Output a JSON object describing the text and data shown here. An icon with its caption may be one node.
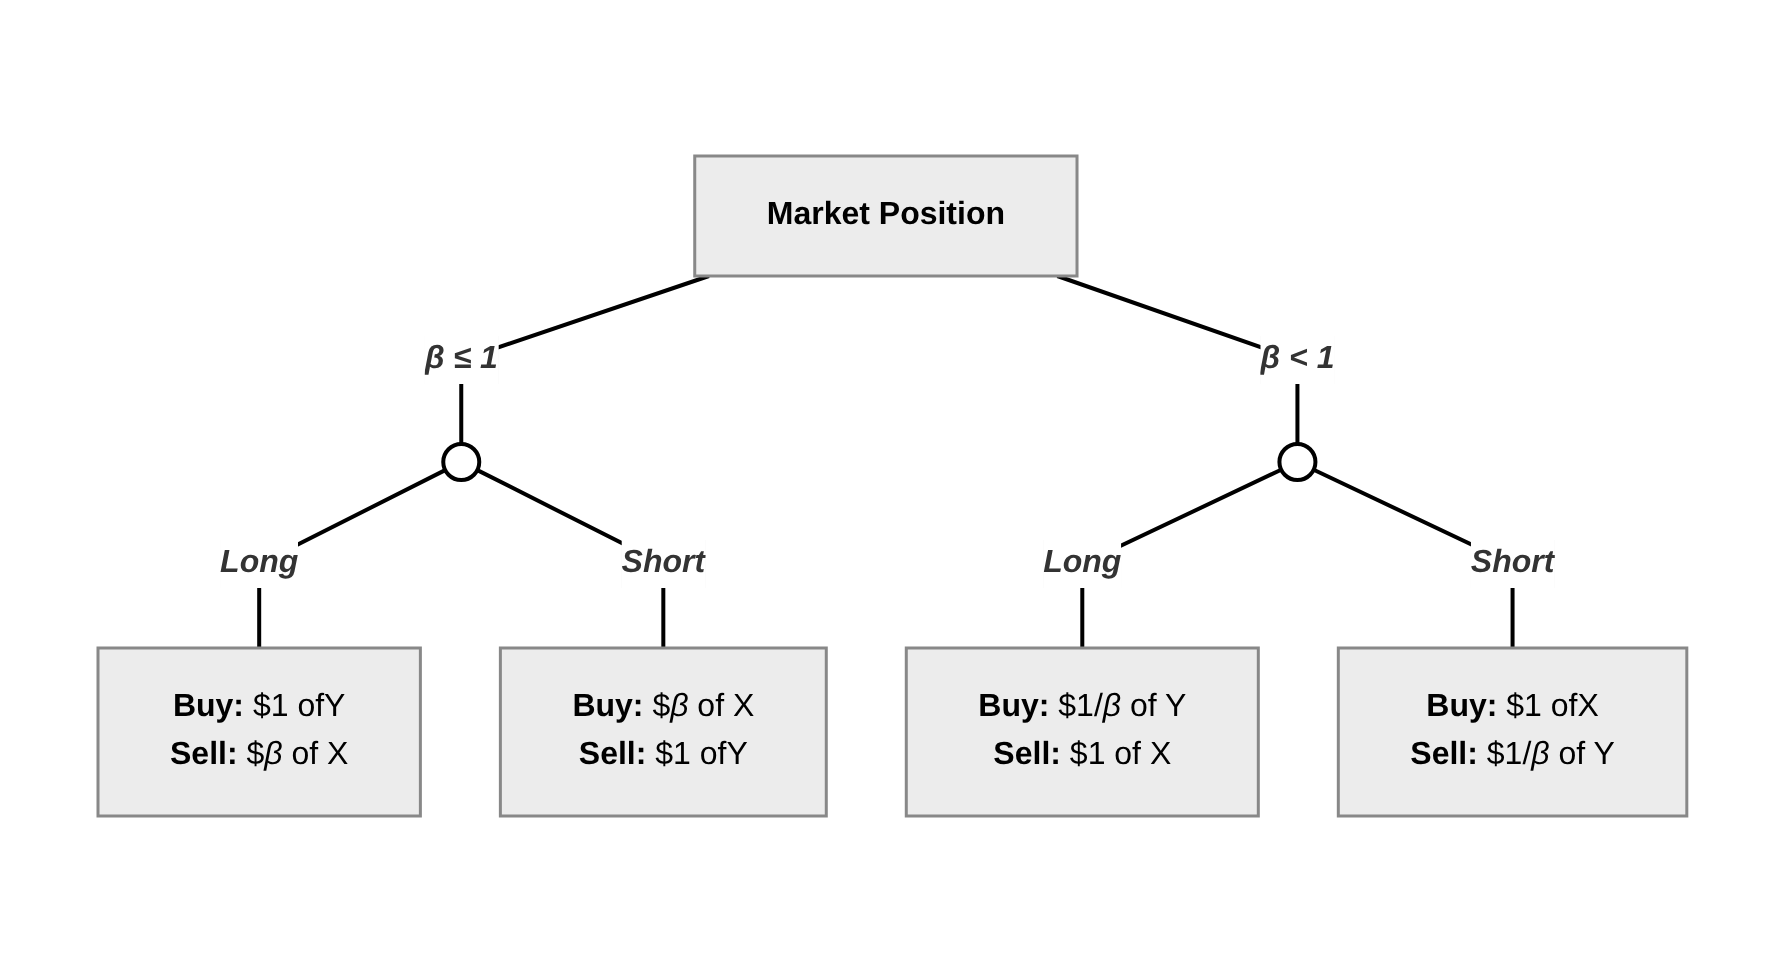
{
  "diagram": {
    "nodes": [
      {
        "text": [
          "Market Position"
        ]
      },
      {
        "text": [],
        "shape": "circle"
      },
      {
        "text": [],
        "shape": "circle"
      },
      {
        "text": [
          "**Buy:** $1 ofY",
          "**Sell:** $*β* of X"
        ]
      },
      {
        "text": [
          "**Buy:** $*β* of X",
          "**Sell:** $1 ofY"
        ]
      },
      {
        "text": [
          "**Buy:** $1/*β* of Y",
          "**Sell:** $1 of X"
        ]
      },
      {
        "text": [
          "**Buy:** $1 ofX",
          "**Sell:** $1/*β* of Y"
        ]
      }
    ],
    "edges": [
      {
        "from": 0,
        "to": 1,
        "arrow": "none",
        "label": "β ≤ 1"
      },
      {
        "from": 0,
        "to": 2,
        "arrow": "none",
        "label": "β < 1"
      },
      {
        "from": 1,
        "to": 3,
        "arrow": "none",
        "label": "Long"
      },
      {
        "from": 1,
        "to": 4,
        "arrow": "none",
        "label": "Short"
      },
      {
        "from": 2,
        "to": 5,
        "arrow": "none",
        "label": "Long"
      },
      {
        "from": 2,
        "to": 6,
        "arrow": "none",
        "label": "Short"
      }
    ]
  }
}
